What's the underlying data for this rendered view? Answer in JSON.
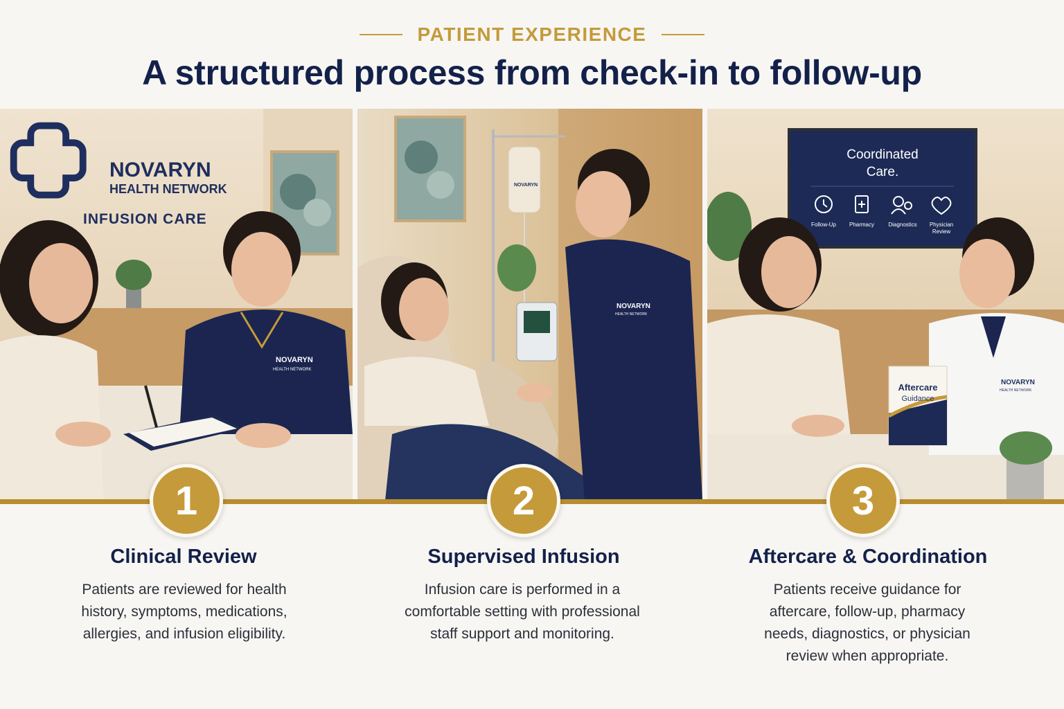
{
  "header": {
    "eyebrow": "PATIENT EXPERIENCE",
    "title": "A structured process from check-in to follow-up"
  },
  "photo1": {
    "brand_name": "NOVARYN",
    "brand_sub": "HEALTH NETWORK",
    "wall_label": "INFUSION CARE",
    "uniform_brand": "NOVARYN",
    "uniform_sub": "HEALTH NETWORK"
  },
  "photo2": {
    "iv_bag_label": "NOVARYN",
    "uniform_brand": "NOVARYN",
    "uniform_sub": "HEALTH NETWORK"
  },
  "photo3": {
    "screen_title_line1": "Coordinated",
    "screen_title_line2": "Care.",
    "screen_icons": [
      {
        "label": "Follow-Up",
        "icon": "clock-icon"
      },
      {
        "label": "Pharmacy",
        "icon": "pharmacy-icon"
      },
      {
        "label": "Diagnostics",
        "icon": "diagnostics-icon"
      },
      {
        "label": "Physician",
        "label2": "Review",
        "icon": "heart-icon"
      }
    ],
    "booklet_line1": "Aftercare",
    "booklet_line2": "Guidance",
    "coat_brand": "NOVARYN",
    "coat_sub": "HEALTH NETWORK"
  },
  "steps": [
    {
      "number": "1",
      "title": "Clinical Review",
      "desc": "Patients are reviewed for health history, symptoms, medications, allergies, and infusion eligibility."
    },
    {
      "number": "2",
      "title": "Supervised Infusion",
      "desc": "Infusion care is performed in a comfortable setting with professional staff support and monitoring."
    },
    {
      "number": "3",
      "title": "Aftercare & Coordination",
      "desc": "Patients receive guidance for aftercare, follow-up, pharmacy needs, diagnostics, or physician review when appropriate."
    }
  ],
  "colors": {
    "navy": "#13214a",
    "gold": "#c59a3a",
    "background": "#f7f6f3"
  }
}
